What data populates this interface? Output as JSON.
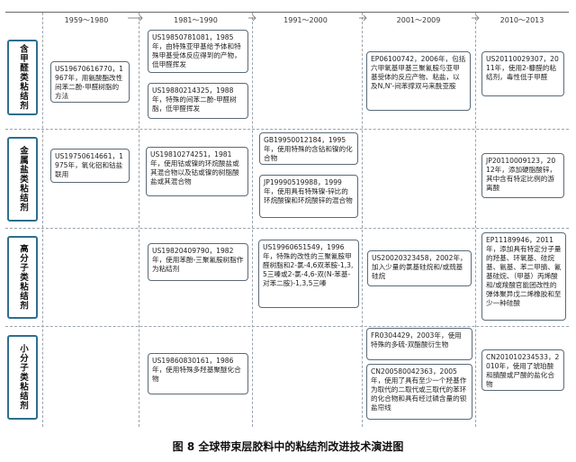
{
  "periods": [
    "1959～1980",
    "1981～1990",
    "1991～2000",
    "2001～2009",
    "2010～2013"
  ],
  "rows": [
    {
      "label": "含甲醛类粘结剂"
    },
    {
      "label": "金属盐类粘结剂"
    },
    {
      "label": "高分子类粘结剂"
    },
    {
      "label": "小分子类粘结剂"
    }
  ],
  "boxes": {
    "r1p1": "US19670616770，1967年，用氨酸酯改性间苯二酚-甲醛树脂的方法",
    "r1p2a": "US19850781081，1985年，由特殊亚甲基给予体和特殊甲基受体反应得到的产物，低甲醛挥发",
    "r1p2b": "US19880214325，1988年，特殊的间苯二酚-甲醛树脂，低甲醛挥发",
    "r1p4": "EP06100742，2006年，包括六甲氧基甲基三聚氰胺与亚甲基受体的反应产物、粘盐，以及N,N'-间苯撑双马来酰亚胺",
    "r1p5": "US20110029307，2011年，使用2-糠醛的粘结剂，毒性低于甲醛",
    "r2p1": "US19750614661，1975年，氧化铝和钴盐联用",
    "r2p2": "US19810274251，1981年，使用钴或镍的环烷酸盐或其混合物以及钴或镍的树脂酸盐或其混合物",
    "r2p3a": "GB19950012184，1995年，使用特殊的含钴和镍的化合物",
    "r2p3b": "JP19990519988，1999年，使用具有特殊镍-锌比的环烷酸镍和环烷酸锌的混合物",
    "r2p5": "JP20110009123，2012年，添加硬脂酸锌，其中含有特定比例的游离酸",
    "r3p2": "US19820409790，1982年，使用苯酚-三聚氰胺树脂作为粘结剂",
    "r3p3": "US19960651549，1996年，特殊的改性的三聚氰胺甲醛树脂和2-氯-4,6双苯胺-1,3,5三嗪或2-氯-4,6-双(N-苯基-对苯二胺)-1,3,5三嗪",
    "r3p4": "US20020323458，2002年，加入少量的氯基硅烷和/或巯基硅烷",
    "r3p5": "EP11189946，2011年，添加具有特定分子量的羟基、环氧基、硅烷基、氨基、苯二甲腈、氰基硅烷、（甲基）丙烯酸和/或羧酸官能团改性的弹体聚异戊二烯橡胶和至少一种硅酸",
    "r4p2": "US19860830161，1986年，使用特殊多羟基聚醚化合物",
    "r4p4a": "FR0304429，2003年，使用特殊的多硫-双酯酸衍生物",
    "r4p4b": "CN200580042363，2005年，使用了具有至少一个羟基作为取代的二取代或三取代的苯环的化合物和具有经过磷含量的钡盐帘线",
    "r4p5": "CN201010234533，2010年，使用了琥珀酸和腈酸或尸酸的盐化合物"
  },
  "caption": "图 8  全球带束层胶料中的粘结剂改进技术演进图"
}
